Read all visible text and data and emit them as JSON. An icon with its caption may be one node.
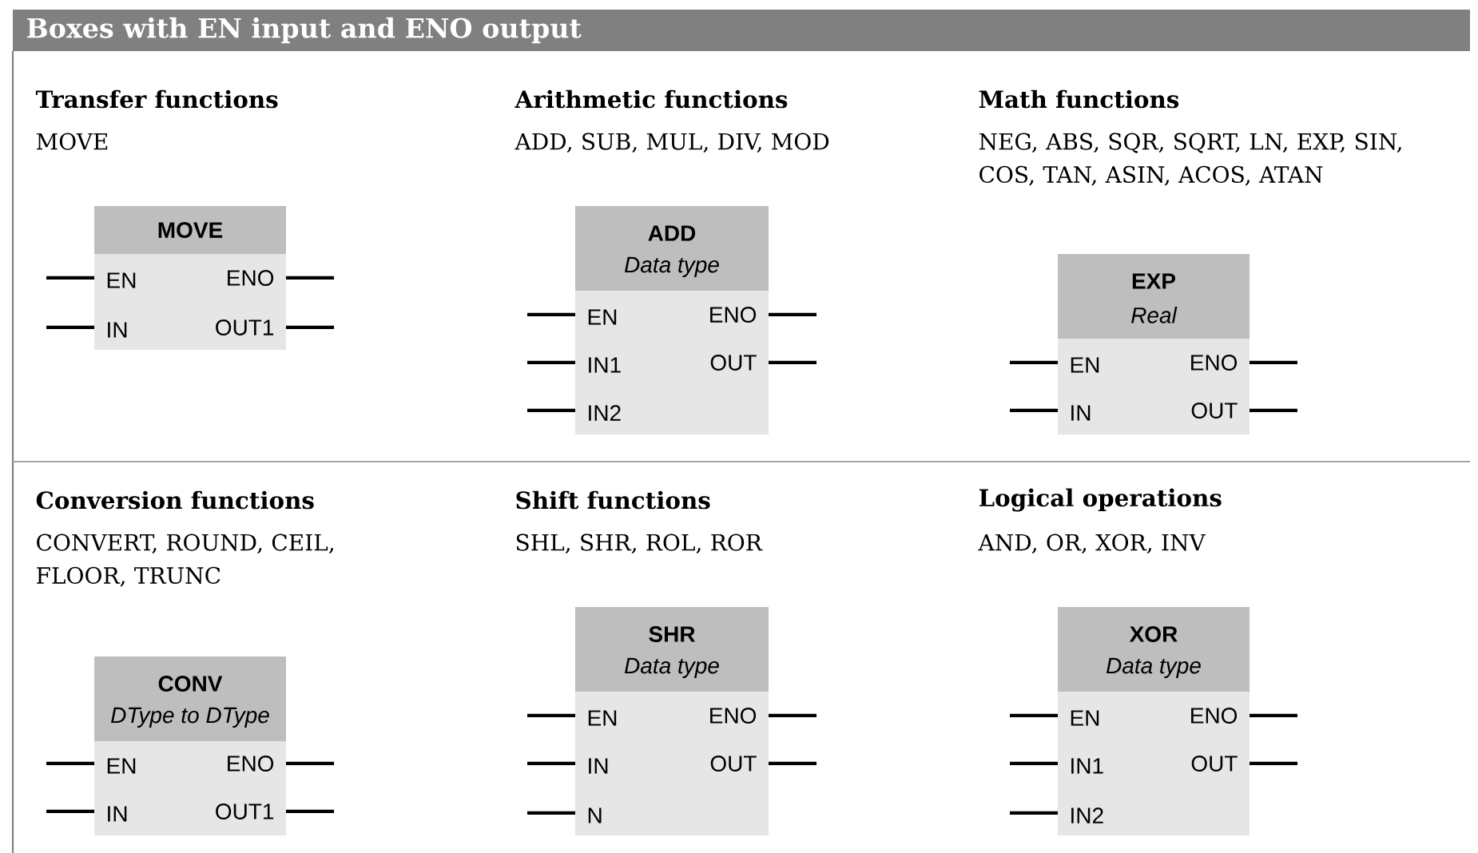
{
  "diagram": {
    "title": "Boxes with EN input and ENO output",
    "nodes": [
      {
        "text": [
          "MOVE",
          "EN",
          "ENO",
          "IN",
          "OUT1"
        ]
      },
      {
        "text": [
          "ADD",
          "Data type",
          "EN",
          "ENO",
          "IN1",
          "OUT",
          "IN2"
        ]
      },
      {
        "text": [
          "EXP",
          "Real",
          "EN",
          "ENO",
          "IN",
          "OUT"
        ]
      },
      {
        "text": [
          "CONV",
          "DType to DType",
          "EN",
          "ENO",
          "IN",
          "OUT1"
        ]
      },
      {
        "text": [
          "SHR",
          "Data type",
          "EN",
          "ENO",
          "IN",
          "OUT",
          "N"
        ]
      },
      {
        "text": [
          "XOR",
          "Data type",
          "EN",
          "ENO",
          "IN1",
          "OUT",
          "IN2"
        ]
      }
    ],
    "labels": [
      "Transfer functions",
      "MOVE",
      "Arithmetic functions",
      "ADD, SUB, MUL, DIV, MOD",
      "Math functions",
      "NEG, ABS, SQR, SQRT, LN, EXP, SIN, COS, TAN, ASIN, ACOS, ATAN",
      "Conversion functions",
      "CONVERT, ROUND, CEIL, FLOOR, TRUNC",
      "Shift functions",
      "SHL, SHR, ROL, ROR",
      "Logical operations",
      "AND, OR, XOR, INV"
    ]
  }
}
